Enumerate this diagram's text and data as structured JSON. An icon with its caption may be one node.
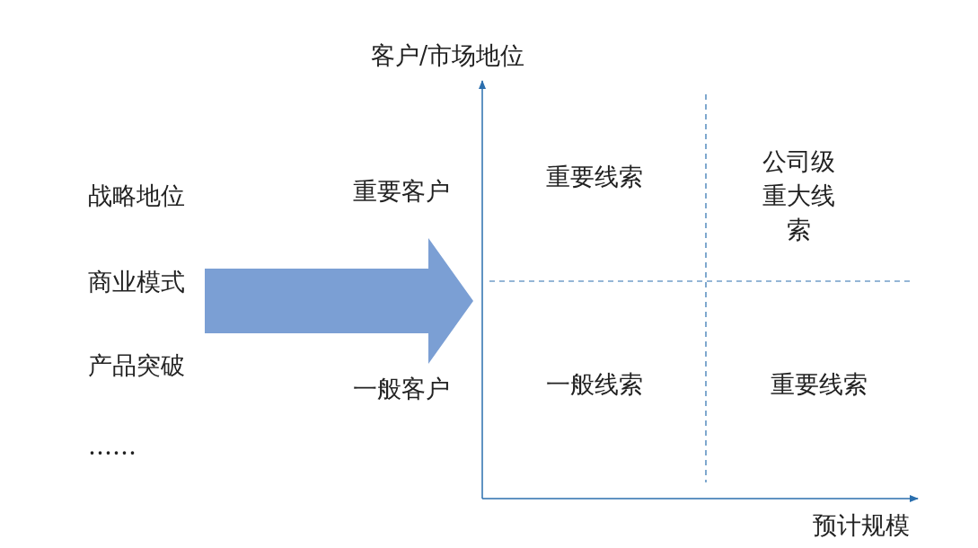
{
  "diagram": {
    "nodes": [
      {
        "text": [
          "战略地位",
          "商业模式",
          "产品突破",
          "……"
        ]
      },
      {
        "text": [],
        "shape": "box"
      },
      {
        "text": [
          "重要线索"
        ],
        "in": 1
      },
      {
        "text": [
          "公司级重大线索"
        ],
        "in": 1
      },
      {
        "text": [
          "一般线索"
        ],
        "in": 1
      },
      {
        "text": [
          "重要线索"
        ],
        "in": 1
      }
    ],
    "edges": [
      {
        "from": 0,
        "to": 1,
        "arrow": "to"
      }
    ],
    "labels": [
      "客户/市场地位",
      "重要客户",
      "一般客户",
      "预计规模"
    ]
  }
}
